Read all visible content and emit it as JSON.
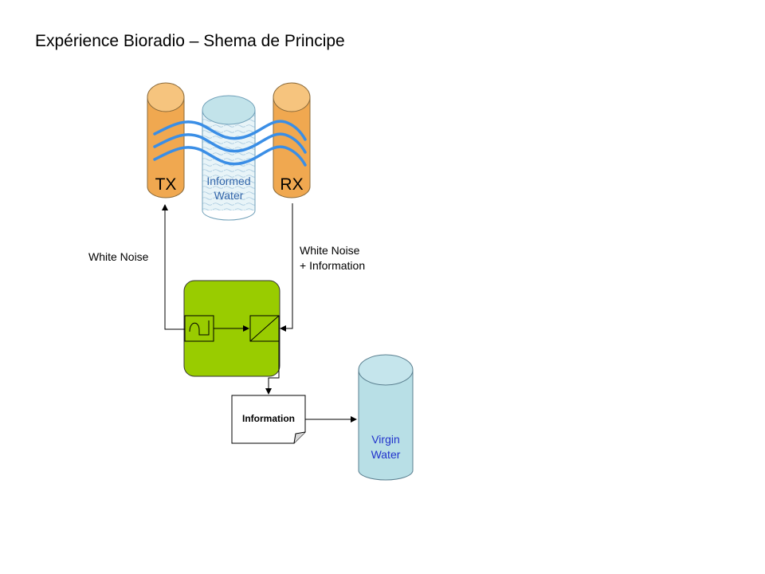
{
  "title": "Expérience Bioradio – Shema de Principe",
  "diagram": {
    "tx": {
      "label": "TX"
    },
    "rx": {
      "label": "RX"
    },
    "informed_water": {
      "line1": "Informed",
      "line2": "Water"
    },
    "virgin_water": {
      "line1": "Virgin",
      "line2": "Water"
    },
    "tx_signal": {
      "label": "White Noise"
    },
    "rx_signal": {
      "line1": "White Noise",
      "line2": "+ Information"
    },
    "output": {
      "label": "Information"
    },
    "colors": {
      "antenna_fill": "#f0a850",
      "antenna_top": "#f6c47e",
      "informed_water_fill": "#e8f4f8",
      "informed_water_top": "#c2e3ea",
      "virgin_water_fill": "#b8dfe6",
      "processor_fill": "#99cc00",
      "waves": "#3a8ee6",
      "water_text": "#3366aa",
      "virgin_text": "#2233cc"
    },
    "icons": [
      "noise-generator-icon",
      "signal-comparator-icon"
    ]
  }
}
